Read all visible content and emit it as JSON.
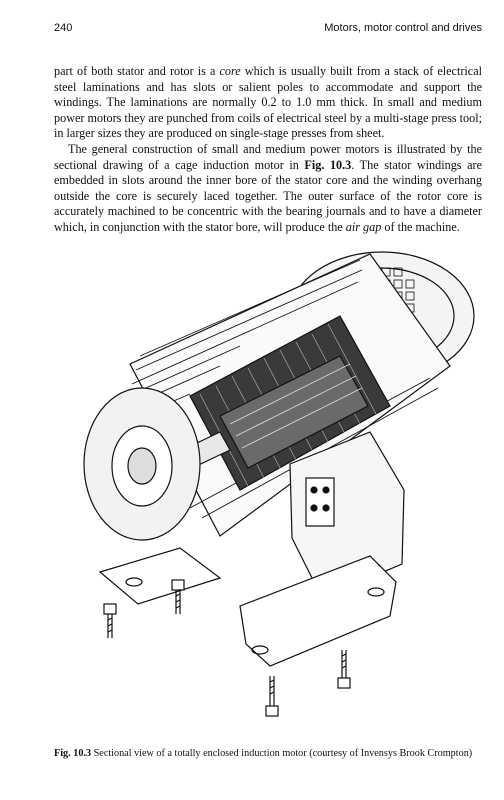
{
  "header": {
    "page_number": "240",
    "running_title": "Motors, motor control and drives"
  },
  "paragraphs": [
    {
      "p1_a": "part of both stator and rotor is a ",
      "p1_em": "core",
      "p1_b": " which is usually built from a stack of electrical steel laminations and has slots or salient poles to accommodate and support the windings. The laminations are normally 0.2 to 1.0 mm thick. In small and medium power motors they are punched from coils of electrical steel by a multi-stage press tool; in larger sizes they are produced on single-stage presses from sheet."
    },
    {
      "p2_a": "The general construction of small and medium power motors is illustrated by the sectional drawing of a cage induction motor in ",
      "p2_ref": "Fig. 10.3",
      "p2_b": ". The stator windings are embedded in slots around the inner bore of the stator core and the winding overhang outside the core is securely laced together. The outer surface of the rotor core is accurately machined to be concentric with the bearing journals and to have a diameter which, in conjunction with the stator bore, will produce the ",
      "p2_em": "air gap",
      "p2_c": " of the machine."
    }
  ],
  "figure": {
    "label": "Fig. 10.3",
    "caption": " Sectional view of a totally enclosed induction motor (courtesy of Invensys Brook Crompton)"
  }
}
